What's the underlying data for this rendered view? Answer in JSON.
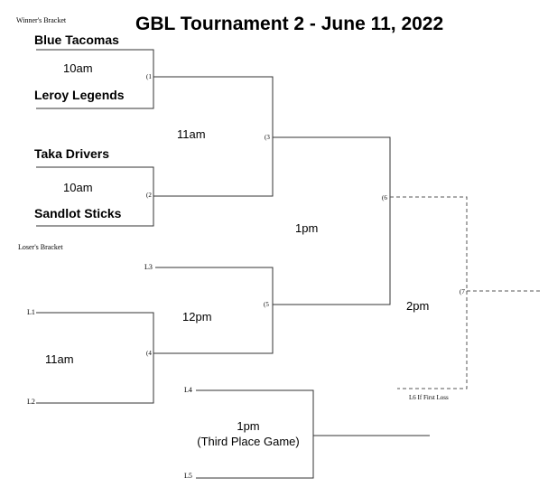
{
  "title": "GBL Tournament 2 - June 11, 2022",
  "winners_bracket": {
    "label": "Winner's Bracket",
    "game1": {
      "team_top": "Blue Tacomas",
      "team_bottom": "Leroy Legends",
      "time": "10am",
      "marker": "(1"
    },
    "game2": {
      "team_top": "Taka Drivers",
      "team_bottom": "Sandlot Sticks",
      "time": "10am",
      "marker": "(2"
    },
    "game3": {
      "time": "11am",
      "marker": "(3"
    },
    "game6": {
      "time": "1pm",
      "marker": "(6"
    },
    "game7": {
      "time": "2pm",
      "marker": "(7",
      "note": "L6 If First Loss"
    }
  },
  "losers_bracket": {
    "label": "Loser's Bracket",
    "game4": {
      "slot_top": "L1",
      "slot_bottom": "L2",
      "time": "11am",
      "marker": "(4"
    },
    "game5": {
      "slot_top": "L3",
      "time": "12pm",
      "marker": "(5"
    },
    "third_place": {
      "slot_top": "L4",
      "slot_bottom": "L5",
      "time": "1pm",
      "subtitle": "(Third Place Game)"
    }
  }
}
